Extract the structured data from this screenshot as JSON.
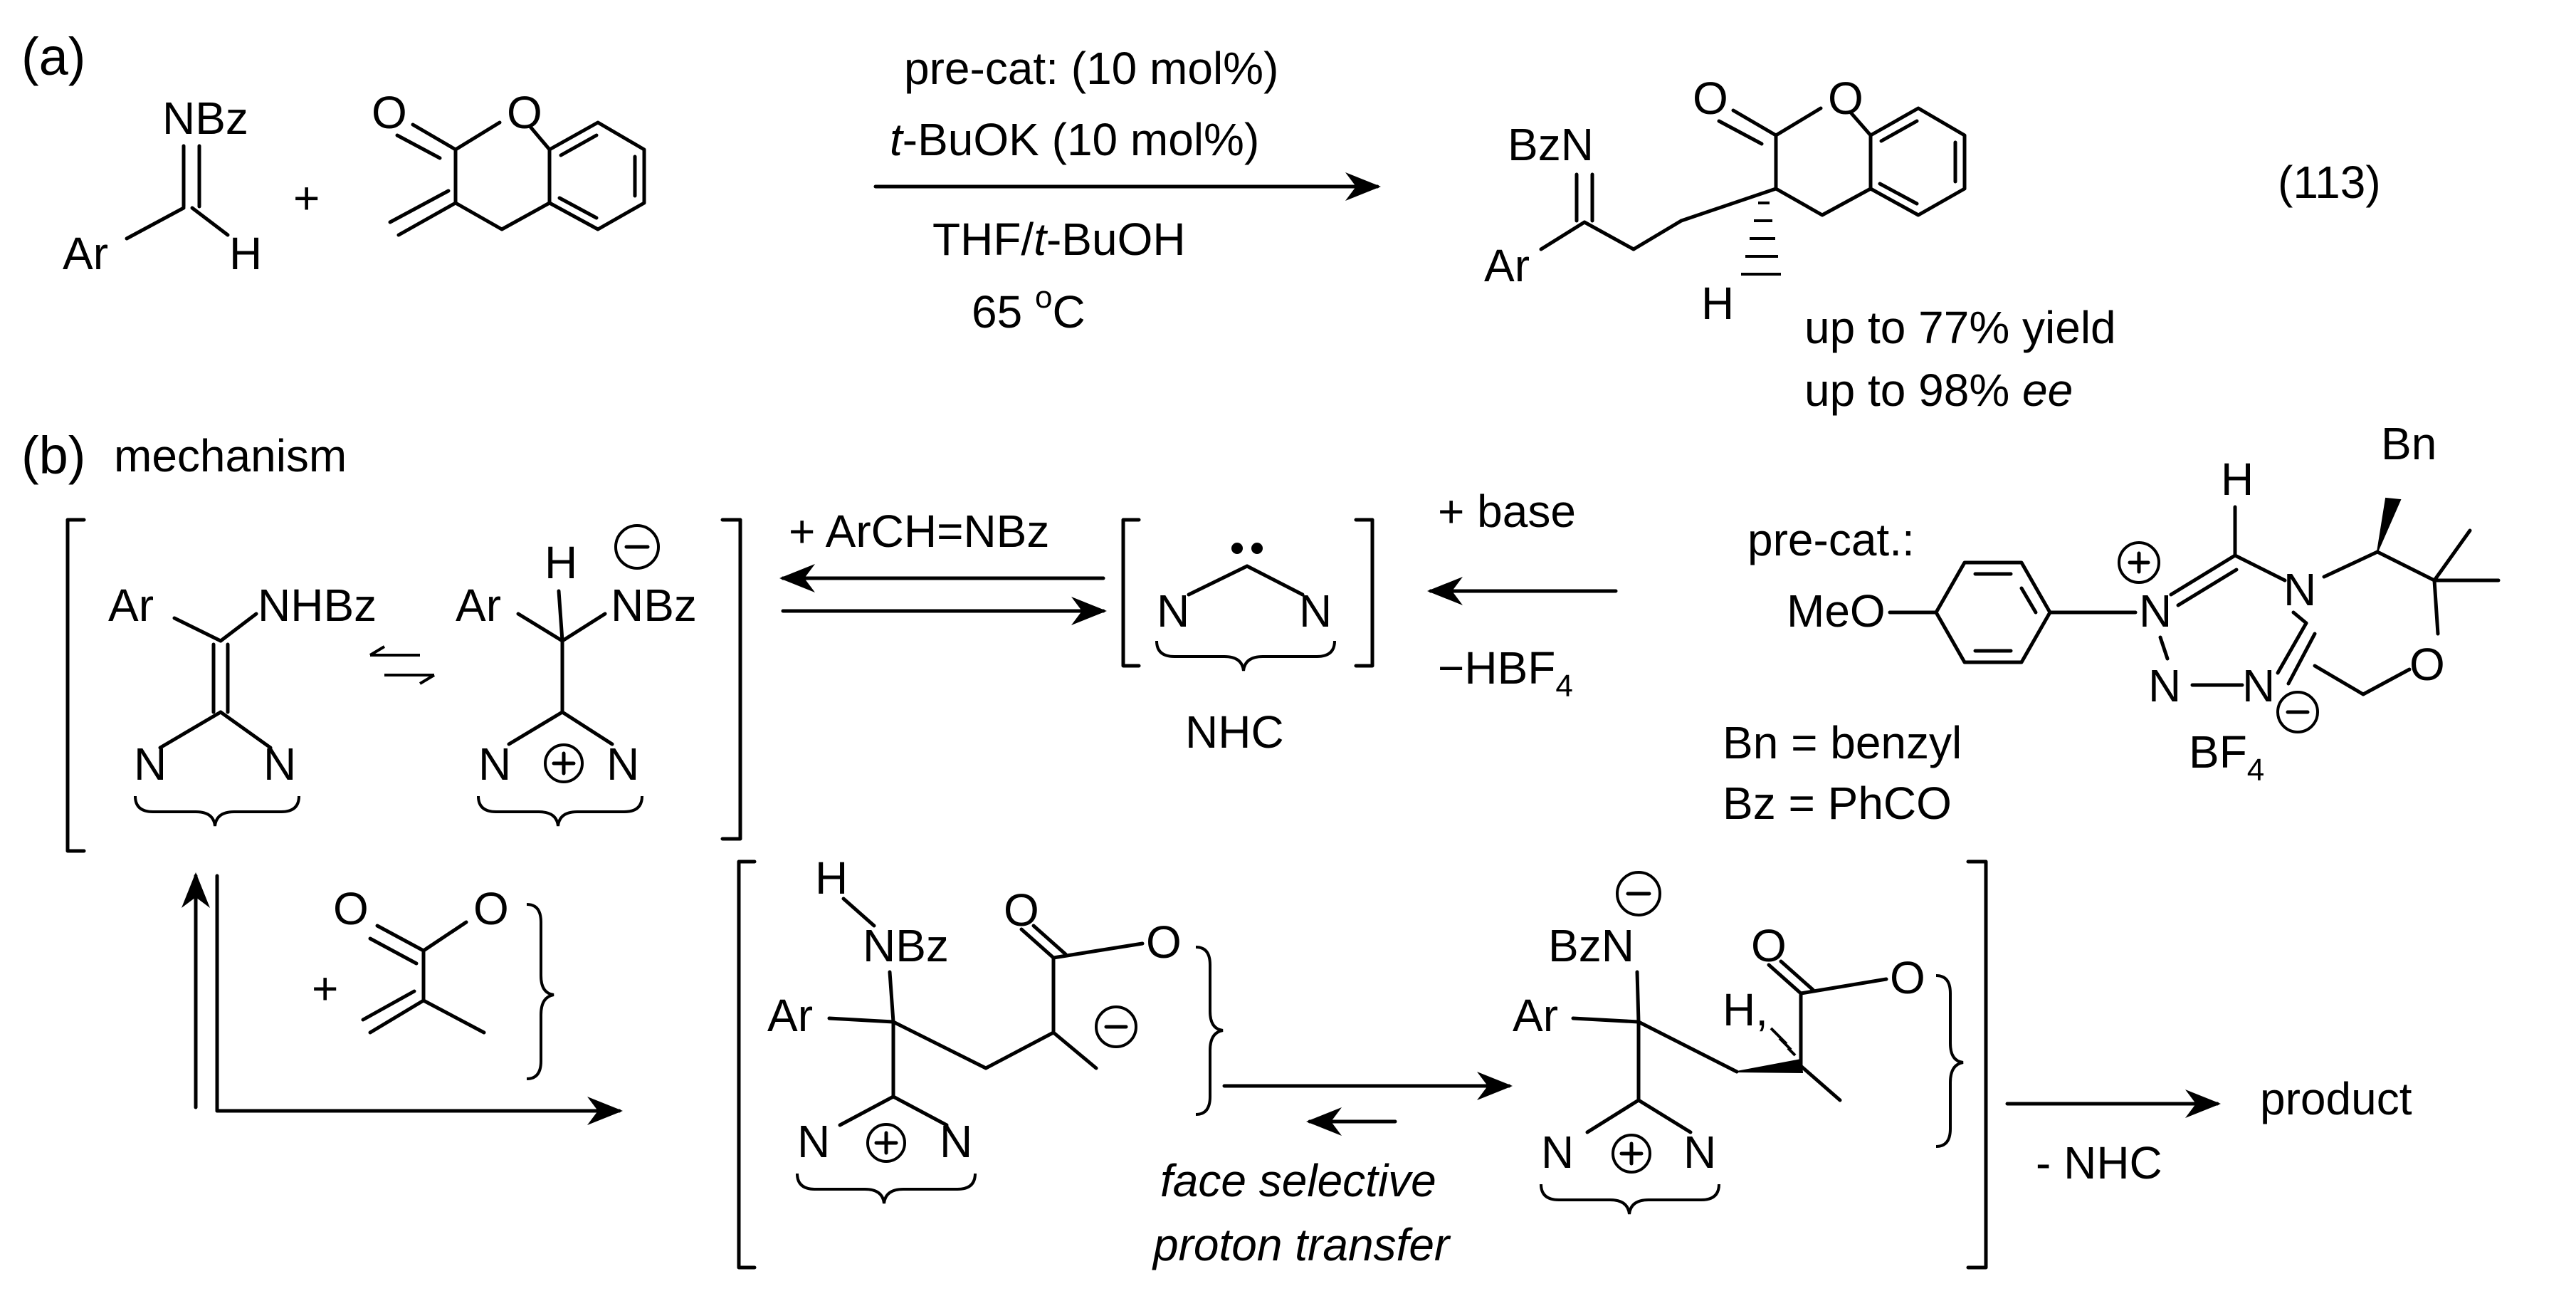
{
  "part_a": {
    "label": "(a)",
    "imine": {
      "nbz": "NBz",
      "ar": "Ar",
      "h": "H"
    },
    "plus": "+",
    "lactone": {
      "o_carbonyl": "O",
      "o_ring": "O"
    },
    "conditions": {
      "line1": "pre-cat: (10 mol%)",
      "line2_italic": "t",
      "line2_rest": "-BuOK (10 mol%)",
      "line3_pre": "THF/",
      "line3_italic": "t",
      "line3_rest": "-BuOH",
      "line4_num": "65 ",
      "line4_sup": "o",
      "line4_unit": "C"
    },
    "product": {
      "bzn": "BzN",
      "ar": "Ar",
      "h": "H",
      "o_carbonyl": "O",
      "o_ring": "O"
    },
    "equation_number": "(113)",
    "yield_text": "up to 77% yield",
    "ee_text_pre": "up to 98% ",
    "ee_text_italic": "ee"
  },
  "part_b": {
    "label": "(b)",
    "title": "mechanism",
    "breslow": {
      "ar": "Ar",
      "nhbz": "NHBz",
      "n_left": "N",
      "n_right": "N"
    },
    "zwitterion": {
      "h": "H",
      "ar": "Ar",
      "nbz": "NBz",
      "n_left": "N",
      "n_right": "N",
      "plus": "+",
      "minus": "−"
    },
    "arrow_top_label": "+ ArCH=NBz",
    "nhc": {
      "n_left": "N",
      "n_right": "N",
      "dots": "••",
      "label": "NHC"
    },
    "base_label": "+ base",
    "hbf4_pre": "−HBF",
    "hbf4_sub": "4",
    "precat": {
      "label": "pre-cat.:",
      "meo": "MeO",
      "h": "H",
      "bn": "Bn",
      "n_plus": "N",
      "n_ring": "N",
      "n_bottom": "N",
      "n_top": "N",
      "o": "O",
      "plus": "+",
      "minus": "−",
      "bf": "BF",
      "bf_sub": "4"
    },
    "legend_bn": "Bn = benzyl",
    "legend_bz": "Bz = PhCO",
    "plus_sign": "+",
    "methacrylate": {
      "o1": "O",
      "o2": "O"
    },
    "intermediate1": {
      "h": "H",
      "nbz": "NBz",
      "ar": "Ar",
      "o1": "O",
      "o2": "O",
      "minus": "−",
      "n_left": "N",
      "n_right": "N",
      "plus": "+"
    },
    "intermediate2": {
      "bzn": "BzN",
      "minus": "−",
      "ar": "Ar",
      "h": "H,",
      "o1": "O",
      "o2": "O",
      "n_left": "N",
      "n_right": "N",
      "plus": "+"
    },
    "face_selective_line1": "face selective",
    "face_selective_line2": "proton transfer",
    "product_label": "product",
    "minus_nhc": "- NHC"
  }
}
